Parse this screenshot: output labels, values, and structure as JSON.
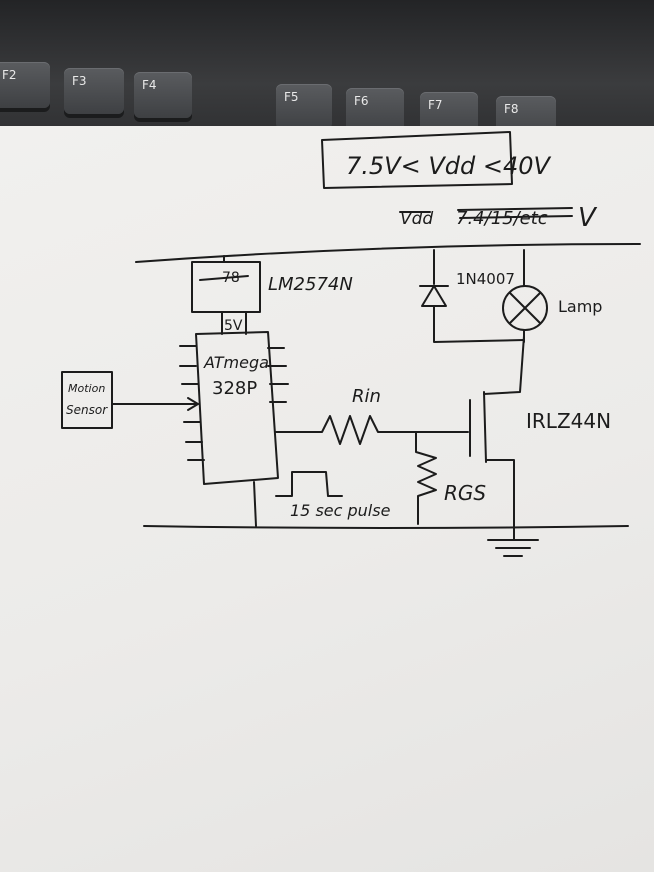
{
  "keys": [
    "F2",
    "F3",
    "F4",
    "F5",
    "F6",
    "F7",
    "F8"
  ],
  "labels": {
    "supply_range": "7.5V< Vdd <40V",
    "vdd_struck": "Vdd",
    "vdd_struck_value": "7.4/15/etc",
    "vdd_unit": "V",
    "regulator_struck": "78",
    "regulator": "LM2574N",
    "diode": "1N4007",
    "lamp": "Lamp",
    "five_volt": "5V",
    "mcu_line1": "ATmega",
    "mcu_line2": "328P",
    "sensor_line1": "Motion",
    "sensor_line2": "Sensor",
    "rin": "Rin",
    "mosfet": "IRLZ44N",
    "rgs": "RGS",
    "pulse": "15 sec pulse"
  }
}
